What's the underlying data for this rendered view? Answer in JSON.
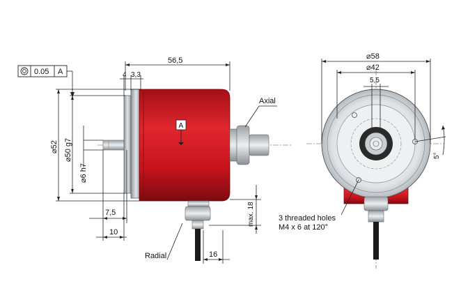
{
  "tolerance_frame": {
    "symbol": "concentricity-icon",
    "value": "0.05",
    "datum": "A"
  },
  "datum_label": "A",
  "side_view": {
    "overall_length": "56,5",
    "flange_a": "4",
    "flange_b": "3,3",
    "dia_flange": "⌀52",
    "dia_pilot": "⌀50 g7",
    "dia_shaft": "⌀6 h7",
    "shaft_offset": "7,5",
    "shaft_length": "10",
    "cable_height": "max. 18",
    "cable_width": "16",
    "label_axial": "Axial",
    "label_radial": "Radial"
  },
  "front_view": {
    "dia_outer": "⌀58",
    "dia_holes": "⌀42",
    "dim_top": "5,5",
    "angle": "5°",
    "holes_note_line1": "3 threaded holes",
    "holes_note_line2": "M4 x 6 at 120°"
  },
  "colors": {
    "housing_red": "#c8141e",
    "housing_dark": "#8e0c12",
    "flange_grey": "#b8bec4",
    "cable_black": "#1a1a1a"
  }
}
